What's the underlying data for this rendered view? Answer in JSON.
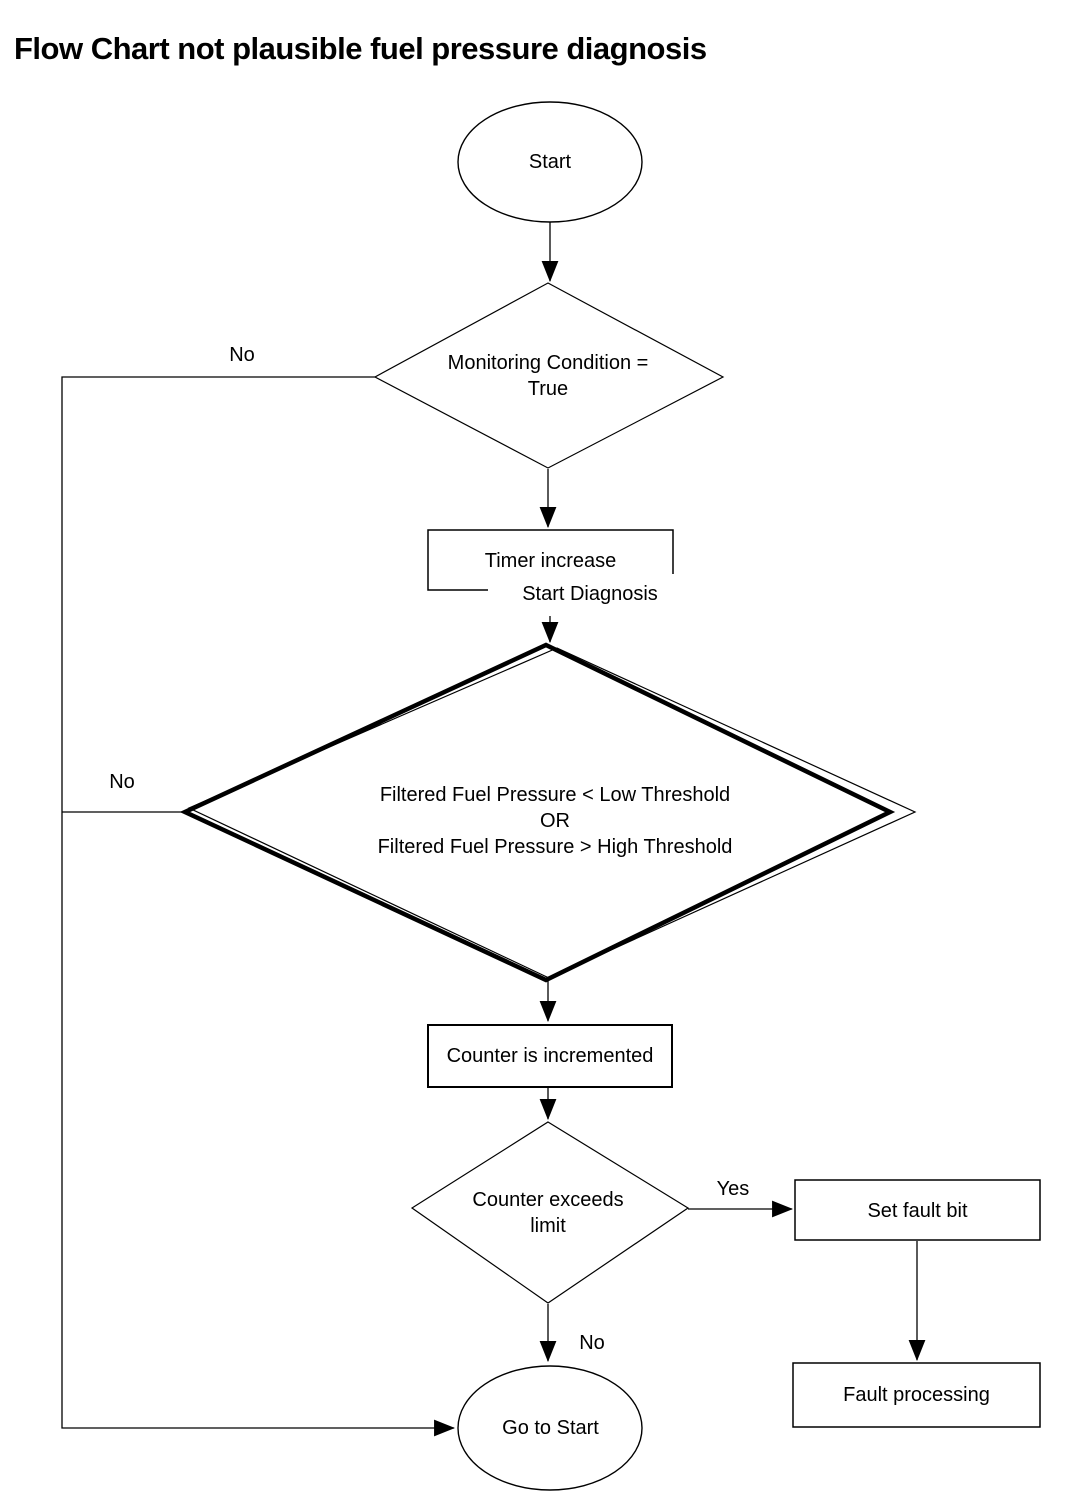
{
  "title": "Flow Chart not plausible fuel pressure diagnosis",
  "nodes": {
    "start": {
      "label": "Start",
      "shape": "ellipse"
    },
    "monitoring_condition": {
      "line1": "Monitoring Condition =",
      "line2": "True",
      "shape": "diamond"
    },
    "timer_increase": {
      "label": "Timer increase",
      "shape": "rectangle"
    },
    "start_diagnosis": {
      "label": "Start Diagnosis",
      "shape": "text"
    },
    "fuel_pressure_check": {
      "line1": "Filtered Fuel Pressure < Low Threshold",
      "line2": "OR",
      "line3": "Filtered Fuel Pressure > High Threshold",
      "shape": "double-diamond"
    },
    "counter_incremented": {
      "label": "Counter is incremented",
      "shape": "rectangle"
    },
    "counter_exceeds_limit": {
      "line1": "Counter exceeds",
      "line2": "limit",
      "shape": "diamond"
    },
    "set_fault_bit": {
      "label": "Set fault bit",
      "shape": "rectangle"
    },
    "fault_processing": {
      "label": "Fault processing",
      "shape": "rectangle"
    },
    "go_to_start": {
      "label": "Go to Start",
      "shape": "ellipse"
    }
  },
  "edge_labels": {
    "monitoring_no": "No",
    "fuel_pressure_no": "No",
    "counter_yes": "Yes",
    "counter_no": "No"
  },
  "colors": {
    "ink": "#000000",
    "background": "#ffffff"
  }
}
